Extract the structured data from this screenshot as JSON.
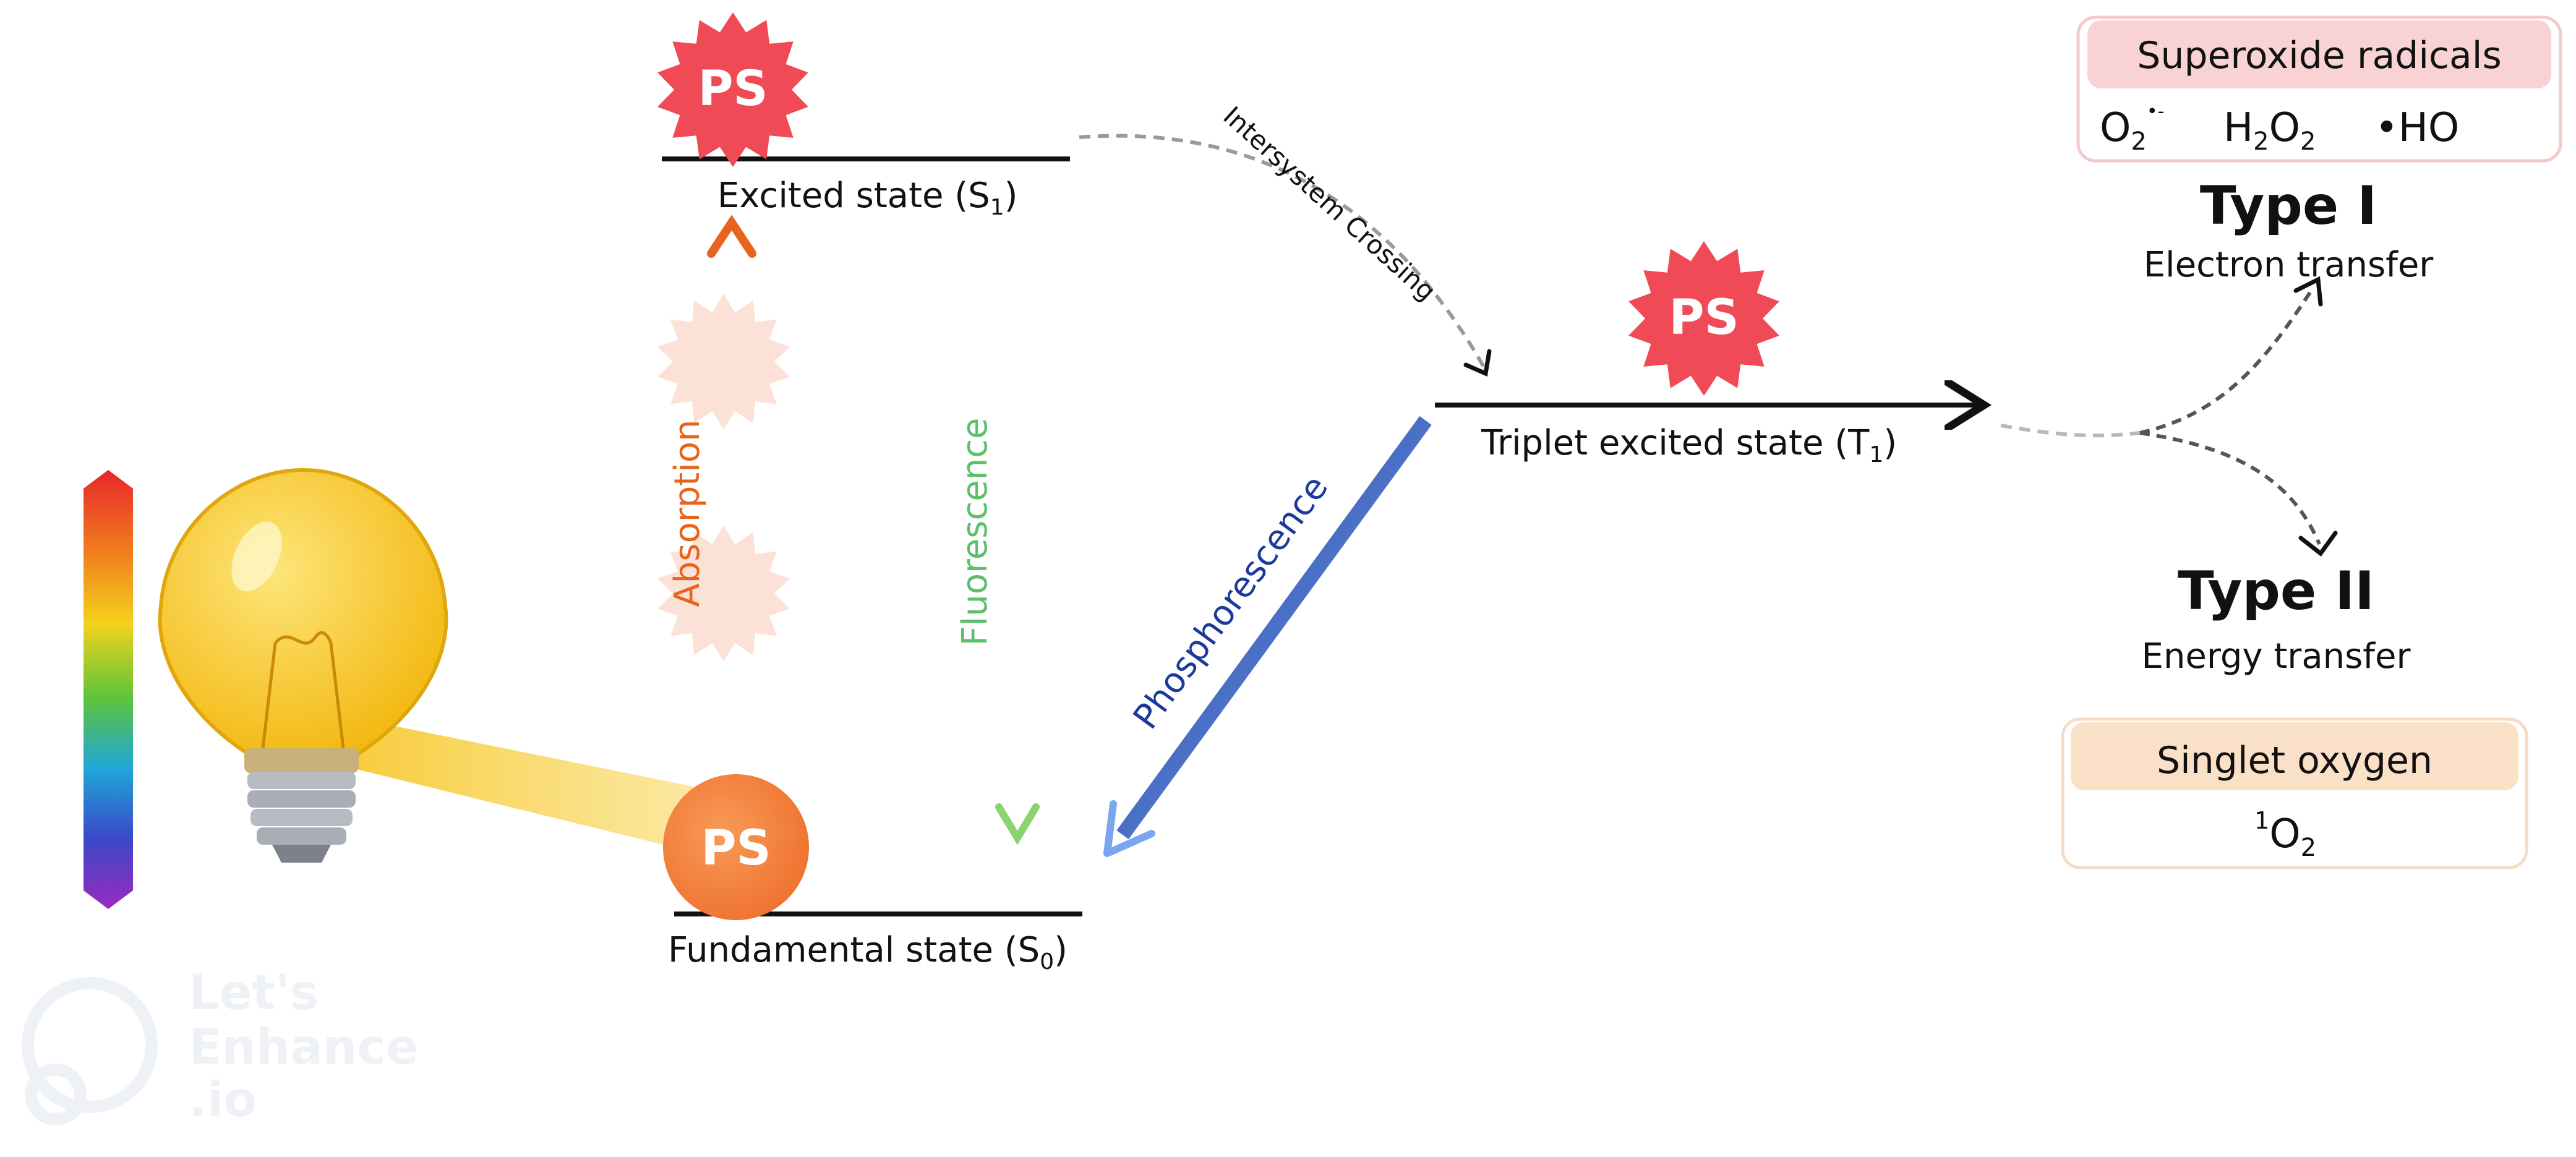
{
  "colors": {
    "absorption": "#e8641e",
    "fluorescence": "#2fb45a",
    "phosphorescence": "#1b3a9c",
    "ps_star": "#ef4a55",
    "ps_ground": "#f4803e",
    "bulb": "#f6c21a",
    "superoxide_box": "#f9d3d3",
    "singlet_box": "#fbe0c8"
  },
  "states": {
    "excited_s1": "Excited state (S",
    "excited_s1_sub": "1",
    "fundamental_s0": "Fundamental state (S",
    "fundamental_s0_sub": "0",
    "triplet_t1": "Triplet excited state (T",
    "triplet_t1_sub": "1",
    "close_paren": ")"
  },
  "transitions": {
    "absorption": "Absorption",
    "fluorescence": "Fluorescence",
    "phosphorescence": "Phosphorescence",
    "intersystem_crossing": "Intersystem Crossing"
  },
  "molecule": {
    "label": "PS"
  },
  "type1": {
    "title": "Type I",
    "subtitle": "Electron transfer",
    "box_title": "Superoxide radicals",
    "species": [
      "O",
      "H",
      "O",
      "•HO"
    ],
    "o2_sub": "2",
    "o2_sup": "•-",
    "h2o2_sub1": "2",
    "h2o2_sub2": "2"
  },
  "type2": {
    "title": "Type II",
    "subtitle": "Energy transfer",
    "box_title": "Singlet oxygen",
    "o2_sup": "1",
    "o2_base": "O",
    "o2_sub": "2"
  },
  "watermark": {
    "line1": "Let's",
    "line2": "Enhance",
    "line3": ".io"
  },
  "icons": [
    "light-bulb-icon",
    "spectrum-bar-icon",
    "ps-star-icon",
    "ps-circle-icon"
  ]
}
